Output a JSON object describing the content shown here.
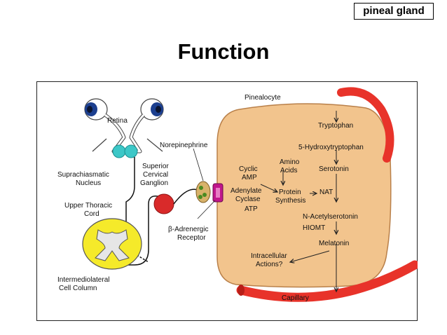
{
  "slide": {
    "tag": "pineal gland",
    "title": "Function"
  },
  "diagram": {
    "labels": {
      "pinealocyte": "Pinealocyte",
      "retina": "Retina",
      "norepinephrine": "Norepinephrine",
      "scn_line1": "Suprachiasmatic",
      "scn_line2": "Nucleus",
      "scg_line1": "Superior",
      "scg_line2": "Cervical",
      "scg_line3": "Ganglion",
      "utc_line1": "Upper Thoracic",
      "utc_line2": "Cord",
      "imlc_line1": "Intermediolateral",
      "imlc_line2": "Cell Column",
      "beta_line1": "β-Adrenergic",
      "beta_line2": "Receptor",
      "camp_line1": "Cyclic",
      "camp_line2": "AMP",
      "ac_line1": "Adenylate",
      "ac_line2": "Cyclase",
      "atp": "ATP",
      "aa_line1": "Amino",
      "aa_line2": "Acids",
      "ps_line1": "Protein",
      "ps_line2": "Synthesis",
      "nat": "NAT",
      "tryptophan": "Tryptophan",
      "hydroxytryptophan": "5-Hydroxytryptophan",
      "serotonin": "Serotonin",
      "acetylserotonin": "N-Acetylserotonin",
      "hiomt": "HIOMT",
      "melatonin": "Melatonin",
      "ia_line1": "Intracellular",
      "ia_line2": "Actions?",
      "capillary": "Capillary"
    },
    "colors": {
      "cell": "#f2c48d",
      "capillary": "#e8332a",
      "cord": "#f5ea2a",
      "ganglion": "#d92a2a",
      "nucleus": "#3cc7c7",
      "receptor": "#c0168c",
      "eye": "#1c3f8f"
    }
  }
}
